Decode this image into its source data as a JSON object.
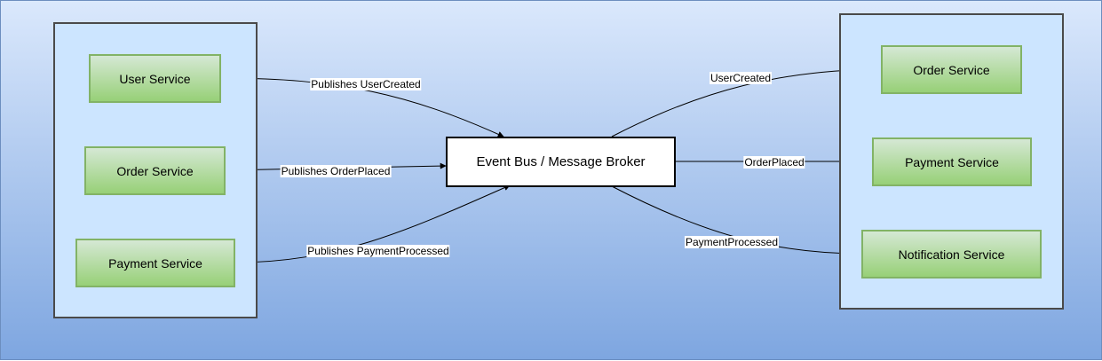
{
  "diagram": {
    "publishers": {
      "nodes": [
        {
          "id": "user",
          "label": "User Service"
        },
        {
          "id": "order",
          "label": "Order Service"
        },
        {
          "id": "payment",
          "label": "Payment Service"
        }
      ]
    },
    "broker": {
      "label": "Event Bus / Message Broker"
    },
    "subscribers": {
      "nodes": [
        {
          "id": "order",
          "label": "Order Service"
        },
        {
          "id": "payment",
          "label": "Payment Service"
        },
        {
          "id": "notification",
          "label": "Notification Service"
        }
      ]
    },
    "edges": [
      {
        "from": "User Service",
        "to": "Event Bus / Message Broker",
        "label": "Publishes UserCreated"
      },
      {
        "from": "Order Service",
        "to": "Event Bus / Message Broker",
        "label": "Publishes OrderPlaced"
      },
      {
        "from": "Payment Service",
        "to": "Event Bus / Message Broker",
        "label": "Publishes PaymentProcessed"
      },
      {
        "from": "Event Bus / Message Broker",
        "to": "Order Service",
        "label": "UserCreated"
      },
      {
        "from": "Event Bus / Message Broker",
        "to": "Payment Service",
        "label": "OrderPlaced"
      },
      {
        "from": "Event Bus / Message Broker",
        "to": "Notification Service",
        "label": "PaymentProcessed"
      }
    ]
  },
  "colors": {
    "background_top": "#dae8fc",
    "background_bottom": "#7ea6e0",
    "group_fill": "#cce5ff",
    "group_border": "#4a4a4a",
    "node_fill_top": "#d5e8d4",
    "node_fill_bottom": "#97d077",
    "node_border": "#82b366",
    "edge": "#000000"
  }
}
